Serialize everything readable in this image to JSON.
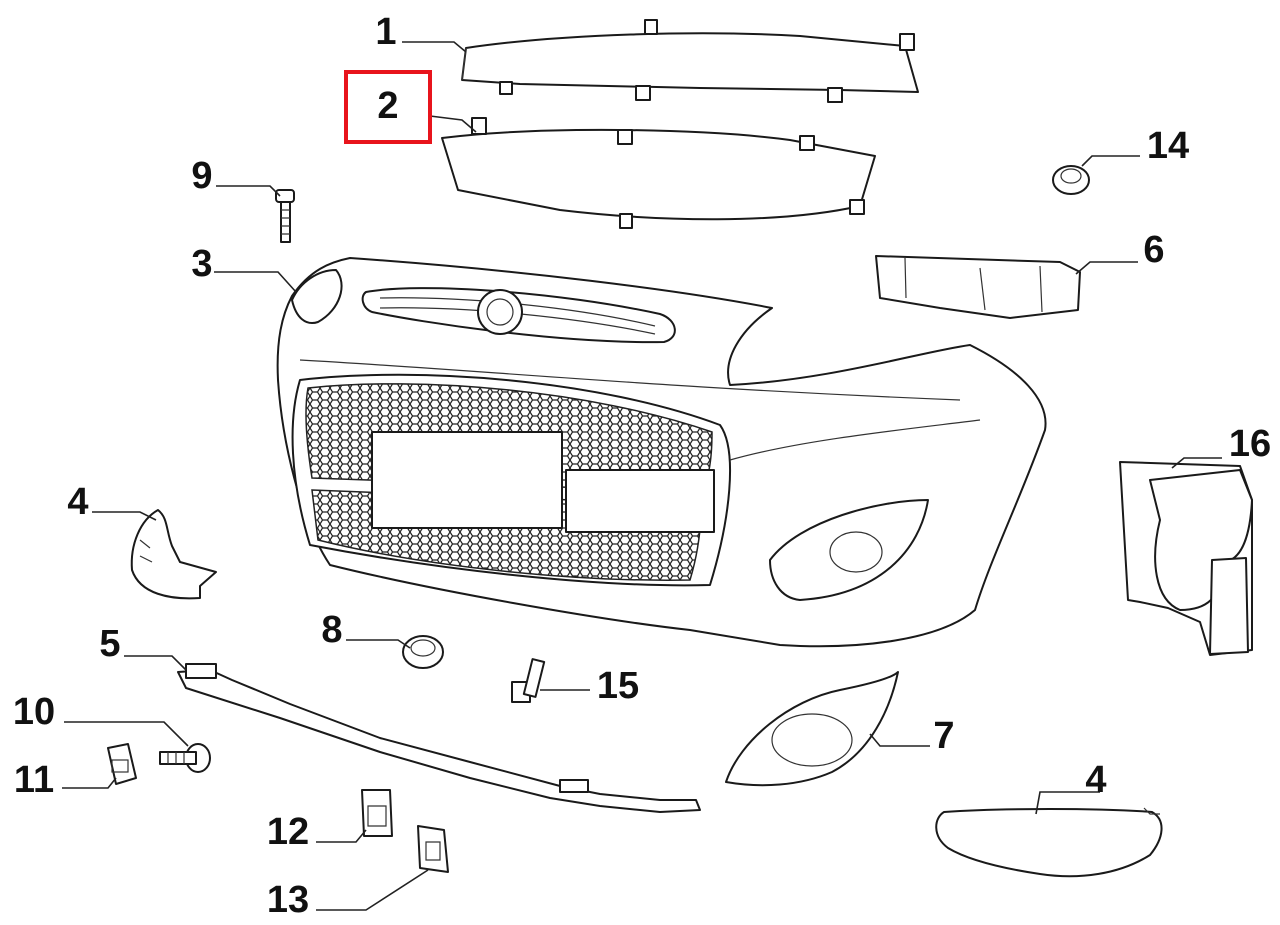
{
  "highlight": {
    "label": "2",
    "fill": "#a8d81c",
    "border": "#e8141c"
  },
  "callouts": [
    {
      "id": "c1",
      "label": "1"
    },
    {
      "id": "c3",
      "label": "3"
    },
    {
      "id": "c4a",
      "label": "4"
    },
    {
      "id": "c4b",
      "label": "4"
    },
    {
      "id": "c5",
      "label": "5"
    },
    {
      "id": "c6",
      "label": "6"
    },
    {
      "id": "c7",
      "label": "7"
    },
    {
      "id": "c8",
      "label": "8"
    },
    {
      "id": "c9",
      "label": "9"
    },
    {
      "id": "c10",
      "label": "10"
    },
    {
      "id": "c11",
      "label": "11"
    },
    {
      "id": "c12",
      "label": "12"
    },
    {
      "id": "c13",
      "label": "13"
    },
    {
      "id": "c14",
      "label": "14"
    },
    {
      "id": "c15",
      "label": "15"
    },
    {
      "id": "c16",
      "label": "16"
    }
  ]
}
